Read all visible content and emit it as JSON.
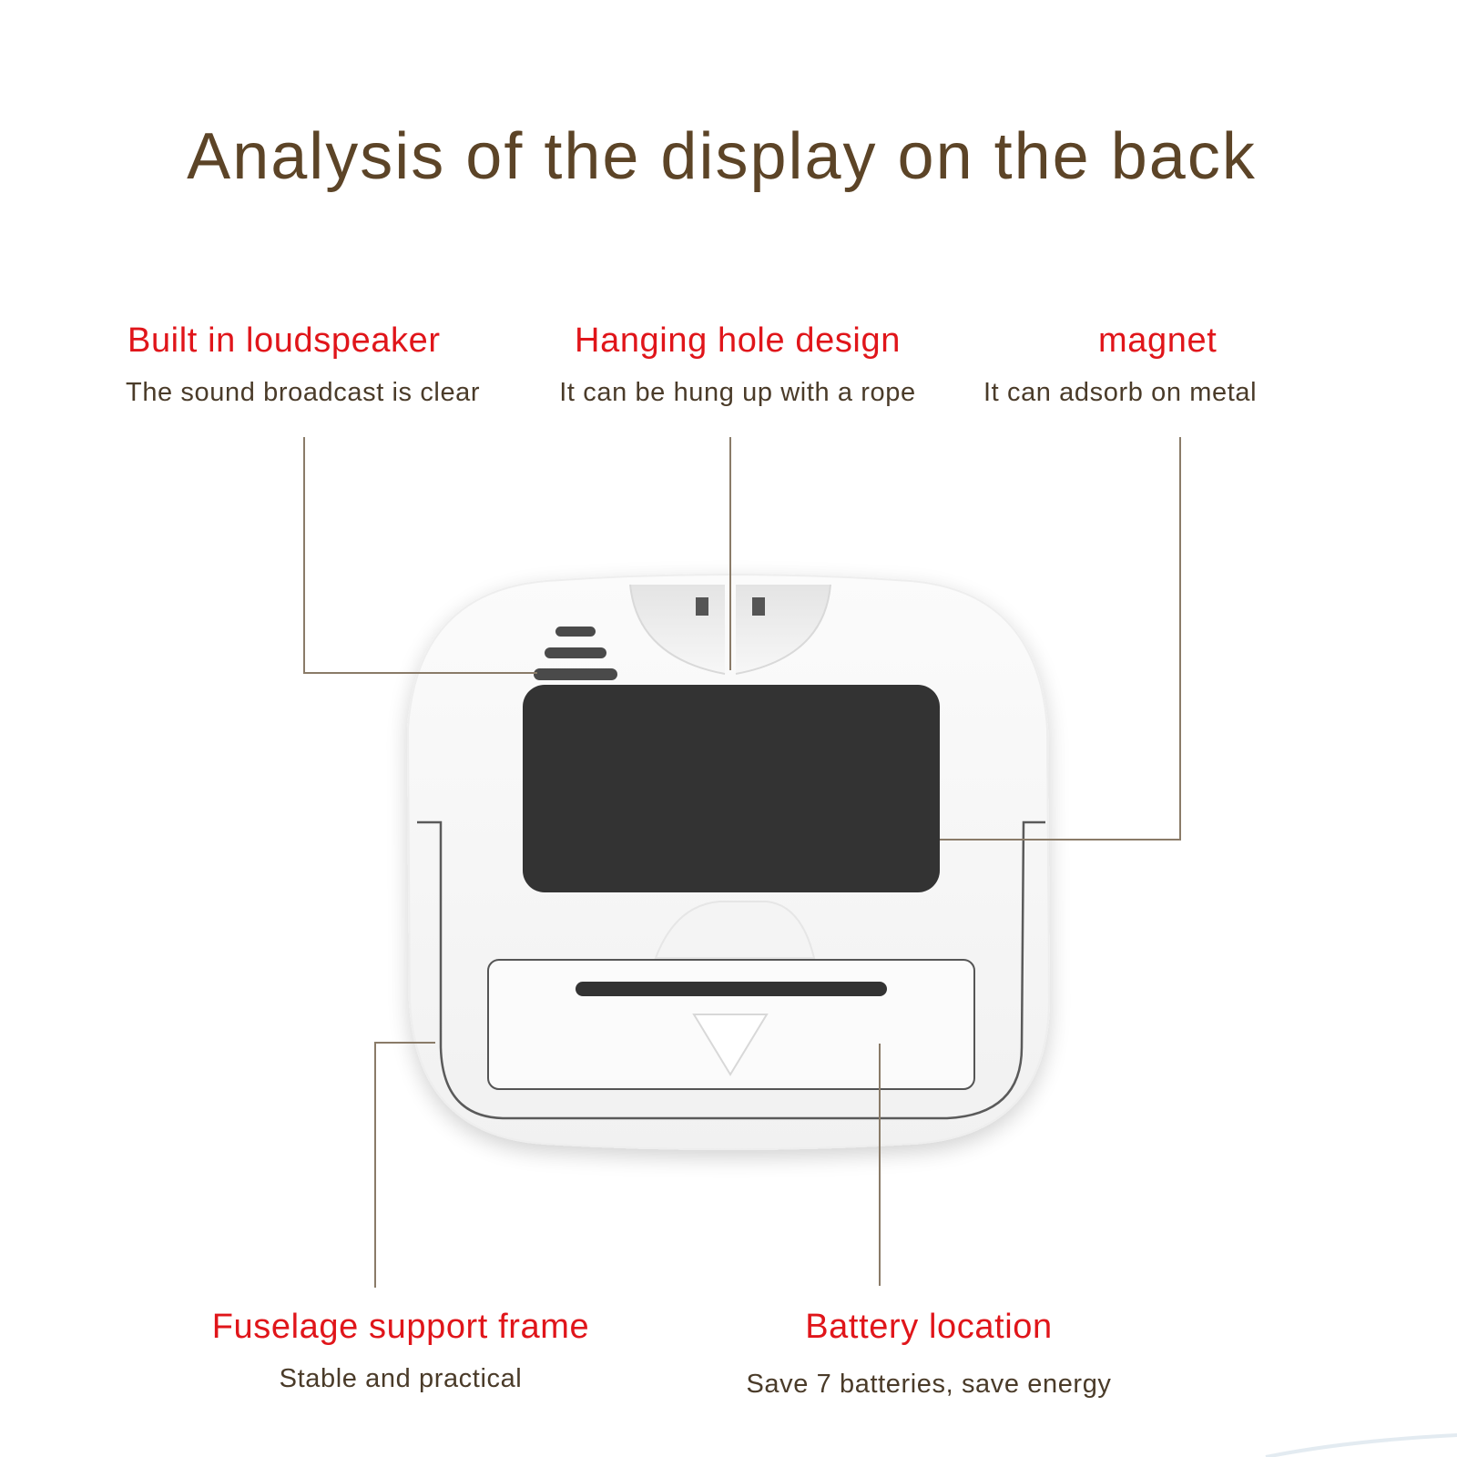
{
  "title": "Analysis of the display on the back",
  "features": {
    "speaker": {
      "title": "Built in loudspeaker",
      "description": "The sound broadcast is clear"
    },
    "hanging_hole": {
      "title": "Hanging hole design",
      "description": "It can be hung up with a rope"
    },
    "magnet": {
      "title": "magnet",
      "description": "It can adsorb on metal"
    },
    "support_frame": {
      "title": "Fuselage support frame",
      "description": "Stable and practical"
    },
    "battery": {
      "title": "Battery location",
      "description": "Save 7 batteries, save energy"
    }
  },
  "colors": {
    "title": "#5c4427",
    "feature_title": "#e0151a",
    "feature_description": "#4a3b29",
    "callout_line": "#8a7b68",
    "magnet_panel": "#333333",
    "device_body": "#ffffff"
  },
  "icons": {
    "speaker_grille": "speaker-grille-icon",
    "battery_arrow": "down-triangle-icon"
  }
}
